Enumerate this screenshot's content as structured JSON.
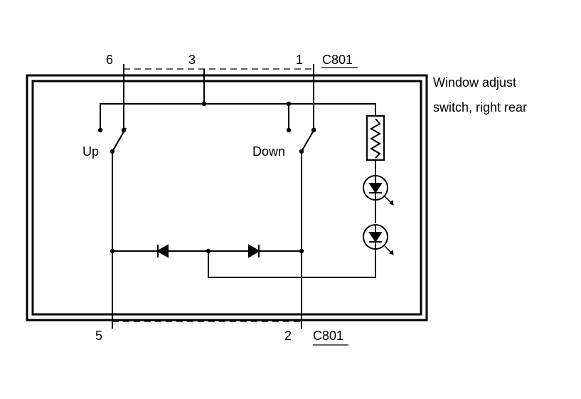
{
  "diagram": {
    "side_label": {
      "line1": "Window adjust",
      "line2": "switch, right rear"
    },
    "connectors": {
      "top": "C801",
      "bottom": "C801"
    },
    "pins": {
      "p6": "6",
      "p3": "3",
      "p1": "1",
      "p5": "5",
      "p2": "2"
    },
    "switches": {
      "up": "Up",
      "down": "Down"
    },
    "components": {
      "resistor-icon": "resistor",
      "led-icon": "light-emitting-diode",
      "diode-icon": "diode"
    }
  }
}
